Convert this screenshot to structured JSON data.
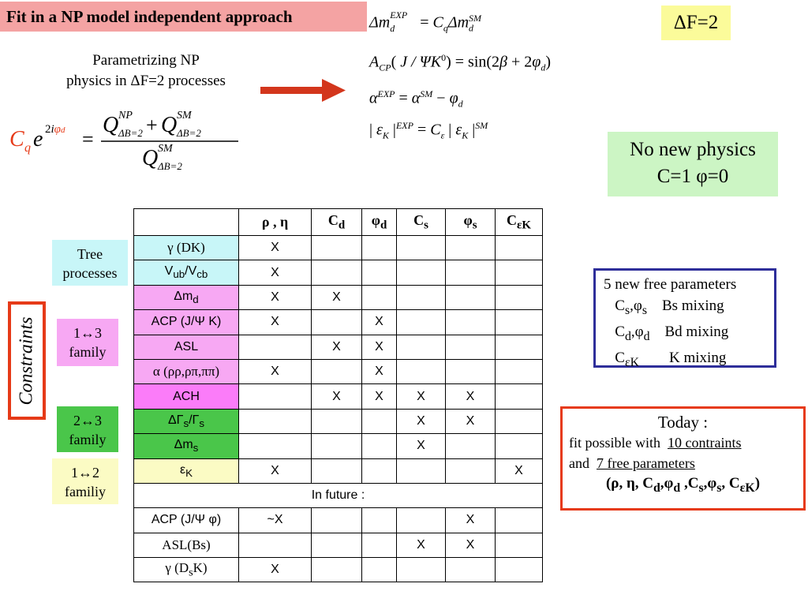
{
  "slide": {
    "title": "Fit in a NP model independent approach",
    "subtitle_line1": "Parametrizing NP",
    "subtitle_line2": "physics in ΔF=2 processes",
    "df2_label": "ΔF=2",
    "no_new_line1": "No new physics",
    "no_new_line2": "C=1 φ=0",
    "constraints_label": "Constraints"
  },
  "side_labels": {
    "tree": [
      "Tree",
      "processes"
    ],
    "fam13": [
      "1↔3",
      "family"
    ],
    "fam23": [
      "2↔3",
      "family"
    ],
    "fam12": [
      "1↔2",
      "familiy"
    ]
  },
  "table": {
    "headers": [
      "",
      "ρ , η",
      "Cd",
      "φd",
      "Cs",
      "φs",
      "CεK"
    ],
    "rows": [
      {
        "label": "γ  (DK)",
        "cells": [
          "X",
          "",
          "",
          "",
          "",
          ""
        ]
      },
      {
        "label": "Vub/Vcb",
        "cells": [
          "X",
          "",
          "",
          "",
          "",
          ""
        ]
      },
      {
        "label": "Δmd",
        "cells": [
          "X",
          "X",
          "",
          "",
          "",
          ""
        ]
      },
      {
        "label": "ACP (J/Ψ K)",
        "cells": [
          "X",
          "",
          "X",
          "",
          "",
          ""
        ]
      },
      {
        "label": "ASL",
        "cells": [
          "",
          "X",
          "X",
          "",
          "",
          ""
        ]
      },
      {
        "label": "α (ρρ,ρπ,ππ)",
        "cells": [
          "X",
          "",
          "X",
          "",
          "",
          ""
        ]
      },
      {
        "label": "ACH",
        "cells": [
          "",
          "X",
          "X",
          "X",
          "X",
          ""
        ]
      },
      {
        "label": "ΔΓs/Γs",
        "cells": [
          "",
          "",
          "",
          "X",
          "X",
          ""
        ]
      },
      {
        "label": "Δms",
        "cells": [
          "",
          "",
          "",
          "X",
          "",
          ""
        ]
      },
      {
        "label": "εK",
        "cells": [
          "X",
          "",
          "",
          "",
          "",
          "X"
        ]
      }
    ],
    "future_label": "In future :",
    "future_rows": [
      {
        "label": "ACP (J/Ψ φ)",
        "cells": [
          "~X",
          "",
          "",
          "",
          "X",
          ""
        ]
      },
      {
        "label": "ASL(Bs)",
        "cells": [
          "",
          "",
          "",
          "X",
          "X",
          ""
        ]
      },
      {
        "label": "γ (DsK)",
        "cells": [
          "X",
          "",
          "",
          "",
          "",
          ""
        ]
      }
    ]
  },
  "params": {
    "title": "5 new free parameters",
    "line_s": "Bs mixing",
    "line_d": "Bd mixing",
    "line_k": "K mixing"
  },
  "today": {
    "heading": "Today :",
    "line1_prefix": "fit possible with",
    "line1_u": "10 contraints",
    "line2_prefix": "and",
    "line2_u": "7 free parameters"
  },
  "colors": {
    "title_bg": "#f4a3a3",
    "df2_bg": "#fbfb9a",
    "nonew_bg": "#ccf5c4",
    "cyan": "#c8f6f8",
    "pink": "#f7a8f3",
    "magenta": "#fb7cf9",
    "green": "#4ac64a",
    "yellow": "#fbfbc4",
    "red_border": "#e63a18",
    "blue_border": "#2e2e9a"
  }
}
